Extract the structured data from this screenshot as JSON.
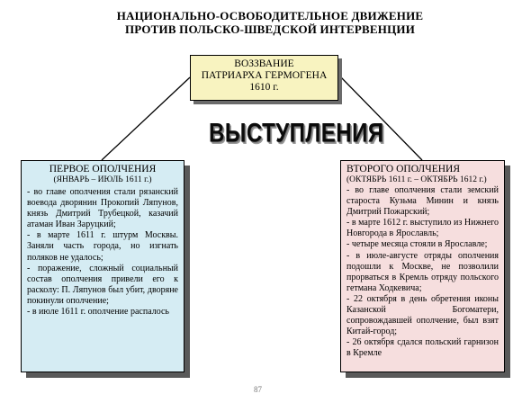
{
  "title": {
    "line1": "НАЦИОНАЛЬНО-ОСВОБОДИТЕЛЬНОЕ ДВИЖЕНИЕ",
    "line2": "ПРОТИВ ПОЛЬСКО-ШВЕДСКОЙ ИНТЕРВЕНЦИИ"
  },
  "appeal": {
    "line1": "ВОЗЗВАНИЕ",
    "line2": "ПАТРИАРХА ГЕРМОГЕНА",
    "line3": "1610 г."
  },
  "emblem": "ВЫСТУПЛЕНИЯ",
  "first_militia": {
    "title": "ПЕРВОЕ ОПОЛЧЕНИЯ",
    "subtitle": "(ЯНВАРЬ – ИЮЛЬ 1611 г.)",
    "items": [
      "- во главе ополчения стали рязанский воевода дворянин Прокопий Ляпунов, князь Дмитрий Трубецкой, казачий атаман Иван Заруцкий;",
      "- в марте 1611 г. штурм Москвы. Заняли часть города, но изгнать поляков не удалось;",
      "- поражение, сложный социальный состав ополчения привели его к расколу: П. Ляпунов был убит, дворяне покинули ополчение;",
      "- в июле 1611 г. ополчение распалось"
    ]
  },
  "second_militia": {
    "title": "ВТОРОГО ОПОЛЧЕНИЯ",
    "subtitle": "(ОКТЯБРЬ 1611 г. – ОКТЯБРЬ 1612 г.)",
    "items": [
      "- во главе ополчения стали земский староста Кузьма Минин и князь Дмитрий Пожарский;",
      "- в марте 1612 г. выступило из Нижнего Новгорода в Ярославль;",
      "- четыре месяца стояли в Ярославле;",
      "- в июле-августе отряды ополчения подошли к Москве, не позволили прорваться в Кремль отряду польского гетмана Ходкевича;",
      "- 22 октября в день обретения иконы Казанской Богоматери, сопровождавшей ополчение, был взят Китай-город;",
      "- 26 октября сдался польский гарнизон в Кремле"
    ]
  },
  "page_number": "87"
}
